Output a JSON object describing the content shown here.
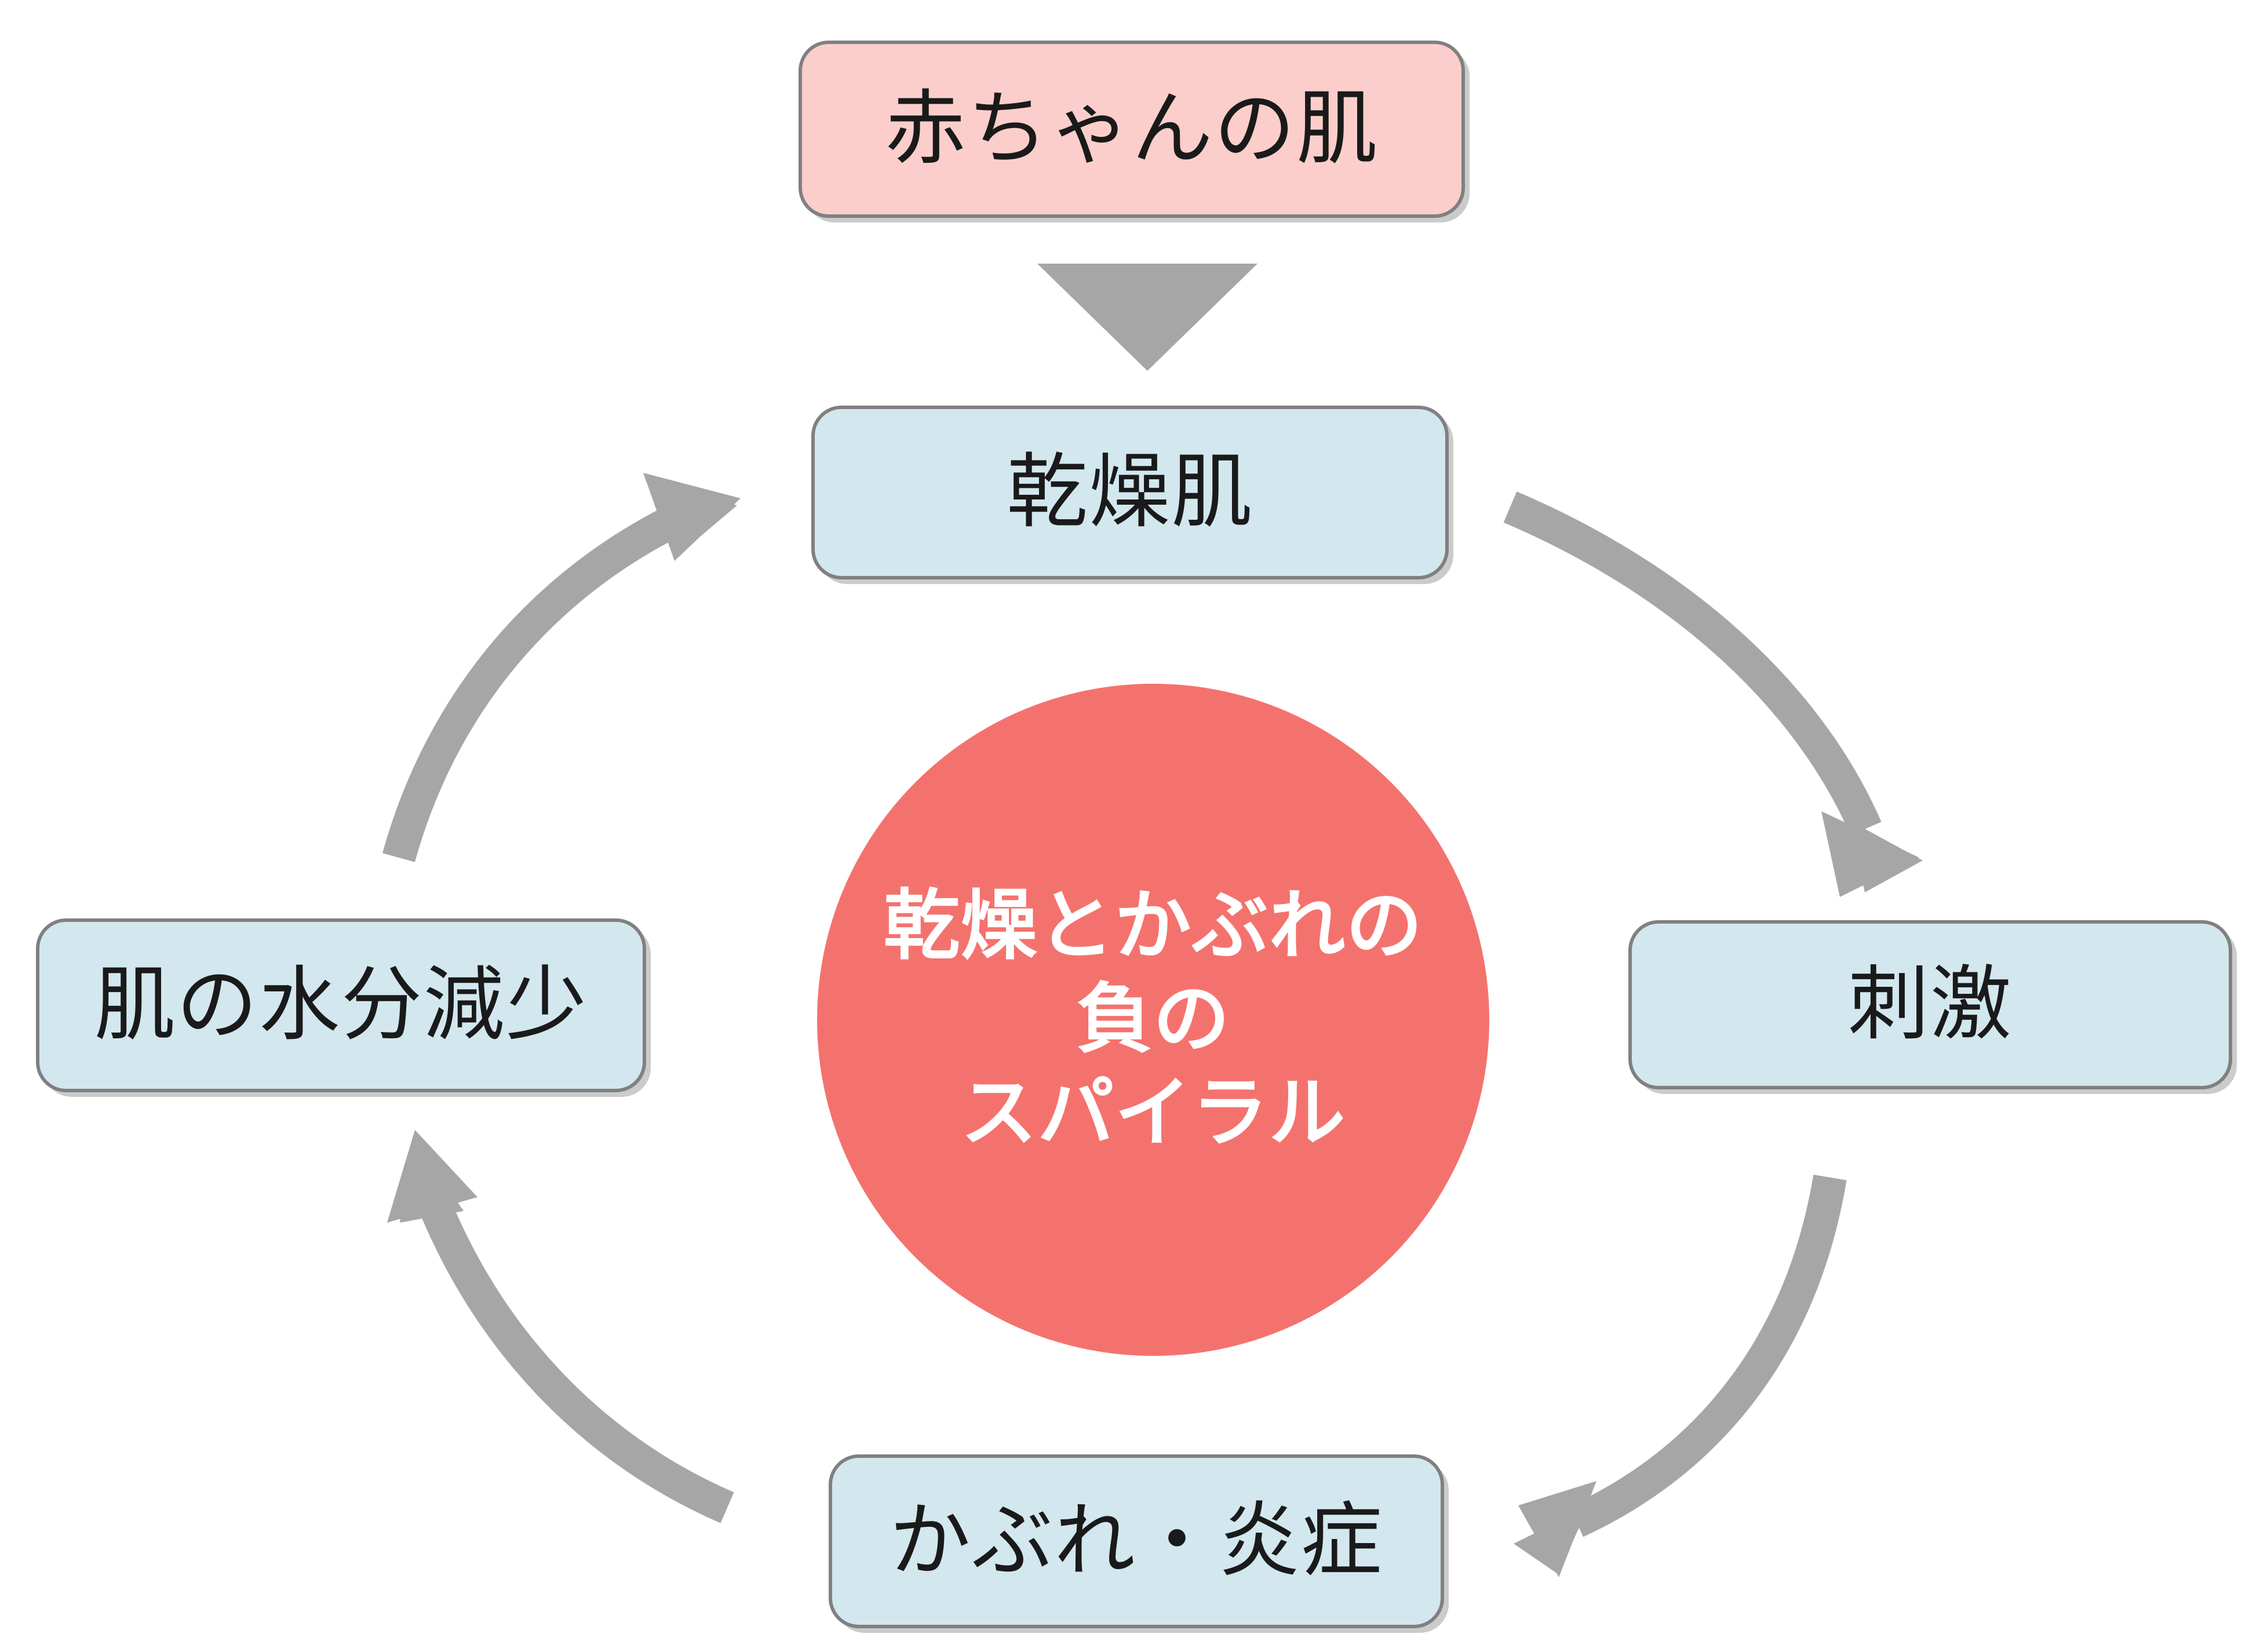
{
  "diagram": {
    "type": "cycle-diagram",
    "background_color": "#ffffff",
    "center": {
      "shape": "circle",
      "fill_color": "#f4726e",
      "text_color": "#ffffff",
      "lines": [
        "乾燥とかぶれの",
        "負の",
        "スパイラル"
      ],
      "full_text": "乾燥とかぶれの負のスパイラル"
    },
    "nodes": [
      {
        "id": "baby-skin",
        "label": "赤ちゃんの肌",
        "fill_color": "#fbcecb",
        "border_color": "#808080",
        "position": "top",
        "role": "entry"
      },
      {
        "id": "dry-skin",
        "label": "乾燥肌",
        "fill_color": "#d3e7ef",
        "border_color": "#808080",
        "position": "top",
        "role": "cycle"
      },
      {
        "id": "stimulus",
        "label": "刺激",
        "fill_color": "#d3e7ef",
        "border_color": "#808080",
        "position": "right",
        "role": "cycle"
      },
      {
        "id": "rash-inflammation",
        "label": "かぶれ・炎症",
        "fill_color": "#d3e7ef",
        "border_color": "#808080",
        "position": "bottom",
        "role": "cycle"
      },
      {
        "id": "moisture-loss",
        "label": "肌の水分減少",
        "fill_color": "#d3e7ef",
        "border_color": "#808080",
        "position": "left",
        "role": "cycle"
      }
    ],
    "connectors": [
      {
        "id": "entry-arrow",
        "shape": "triangle-down",
        "color": "#a6a6a6",
        "from": "baby-skin",
        "to": "dry-skin"
      },
      {
        "id": "arrow-dry-to-stimulus",
        "shape": "curved-arrow",
        "color": "#a6a6a6",
        "from": "dry-skin",
        "to": "stimulus"
      },
      {
        "id": "arrow-stimulus-to-rash",
        "shape": "curved-arrow",
        "color": "#a6a6a6",
        "from": "stimulus",
        "to": "rash-inflammation"
      },
      {
        "id": "arrow-rash-to-moisture",
        "shape": "curved-arrow",
        "color": "#a6a6a6",
        "from": "rash-inflammation",
        "to": "moisture-loss"
      },
      {
        "id": "arrow-moisture-to-dry",
        "shape": "curved-arrow",
        "color": "#a6a6a6",
        "from": "moisture-loss",
        "to": "dry-skin"
      }
    ]
  }
}
